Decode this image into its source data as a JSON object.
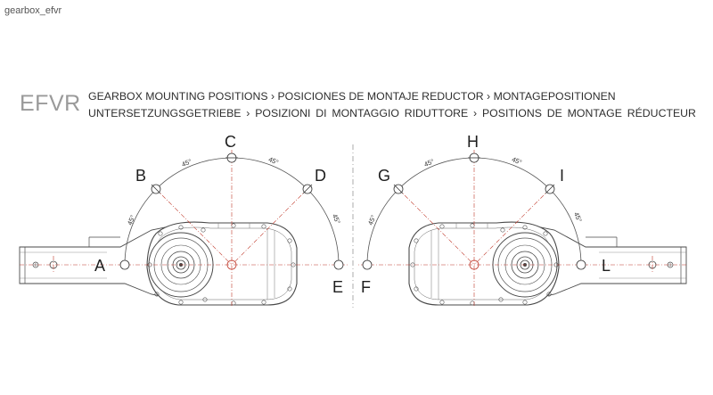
{
  "file_label": "gearbox_efvr",
  "code": "EFVR",
  "title_line1": "GEARBOX MOUNTING POSITIONS › POSICIONES DE MONTAJE REDUCTOR › MONTAGEPOSITIONEN",
  "title_line2": "UNTERSETZUNGSGETRIEBE › POSIZIONI DI MONTAGGIO RIDUTTORE › POSITIONS DE MONTAGE RÉDUCTEUR",
  "left_positions": {
    "a": "A",
    "b": "B",
    "c": "C",
    "d": "D",
    "e": "E"
  },
  "right_positions": {
    "f": "F",
    "g": "G",
    "h": "H",
    "i": "I",
    "l": "L"
  },
  "angle_label": "45°",
  "colors": {
    "centerline": "#c0392b",
    "drawing": "#4a4a4a",
    "arc": "#555555"
  }
}
